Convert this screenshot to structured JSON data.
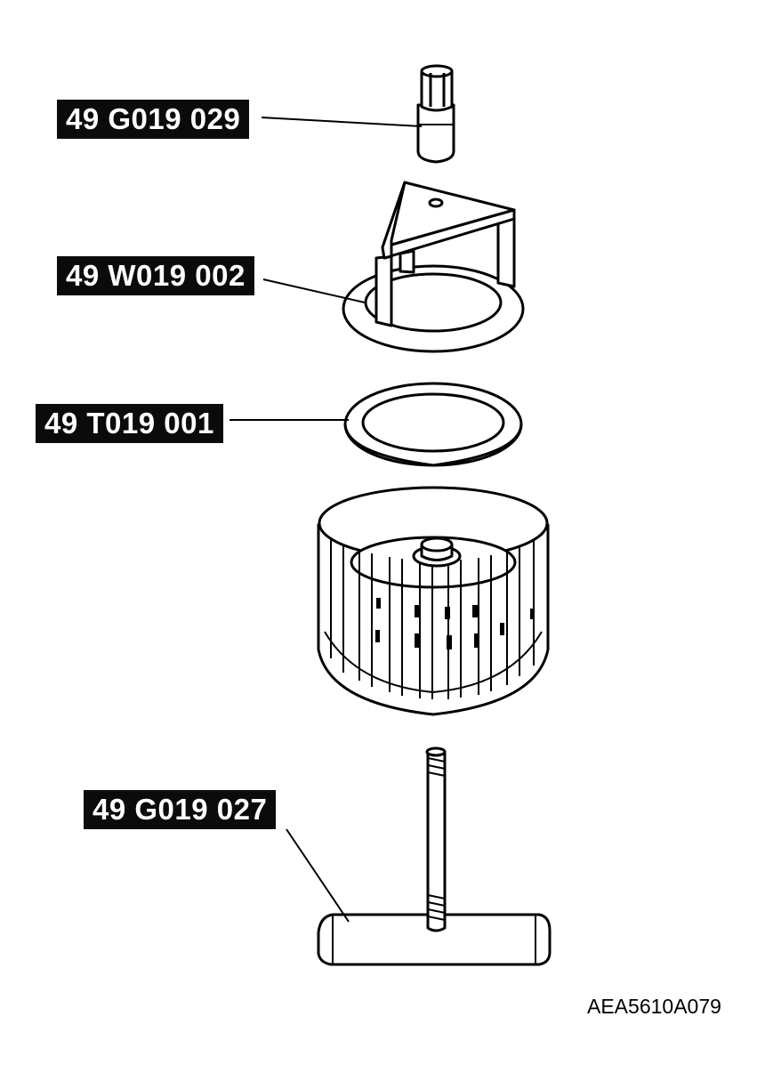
{
  "callouts": {
    "tool_g019_029": "49 G019 029",
    "tool_w019_002": "49 W019 002",
    "tool_t019_001": "49 T019 001",
    "tool_g019_027": "49 G019 027"
  },
  "figure_code": "AEA5610A079"
}
